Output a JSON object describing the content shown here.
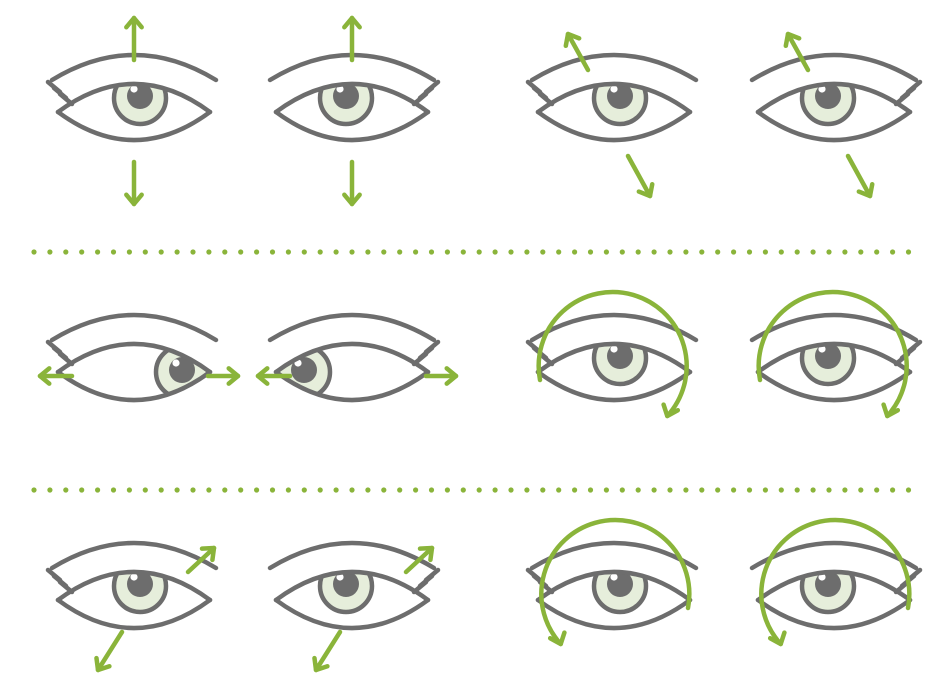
{
  "colors": {
    "outline": "#6d6d6d",
    "accent": "#8ab43a",
    "iris_fill": "#e6eedb",
    "pupil": "#6d6d6d",
    "highlight": "#ffffff",
    "separator_dots": "#8ab43a",
    "background": "#ffffff"
  },
  "rows": [
    {
      "name": "row-1",
      "exercises": [
        {
          "name": "look-up-down",
          "eyes": [
            "look-up-down-left",
            "look-up-down-right"
          ],
          "gaze": "up",
          "arrows": [
            "up",
            "down"
          ]
        },
        {
          "name": "look-diagonal-ul-dr",
          "eyes": [
            "diagonal-a-left",
            "diagonal-a-right"
          ],
          "gaze": "up",
          "arrows": [
            "up-left",
            "down-right"
          ]
        }
      ]
    },
    {
      "name": "row-2",
      "exercises": [
        {
          "name": "look-left-right",
          "eyes": [
            "look-lr-left",
            "look-lr-right"
          ],
          "gaze": "side",
          "arrows": [
            "left",
            "right"
          ]
        },
        {
          "name": "roll-clockwise",
          "eyes": [
            "roll-cw-left",
            "roll-cw-right"
          ],
          "gaze": "up",
          "arrows": [
            "circular-clockwise"
          ]
        }
      ]
    },
    {
      "name": "row-3",
      "exercises": [
        {
          "name": "look-diagonal-ur-dl",
          "eyes": [
            "diagonal-b-left",
            "diagonal-b-right"
          ],
          "gaze": "up",
          "arrows": [
            "up-right",
            "down-left"
          ]
        },
        {
          "name": "roll-counterclockwise",
          "eyes": [
            "roll-ccw-left",
            "roll-ccw-right"
          ],
          "gaze": "up",
          "arrows": [
            "circular-counterclockwise"
          ]
        }
      ]
    }
  ]
}
